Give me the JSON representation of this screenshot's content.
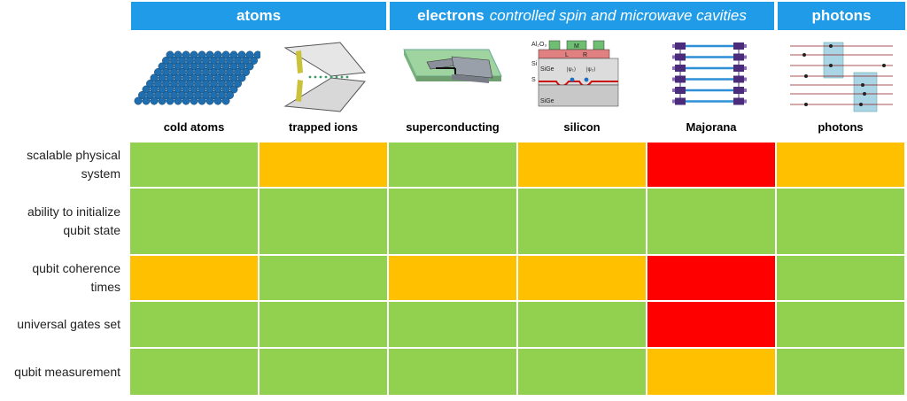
{
  "groups": [
    {
      "label": "atoms",
      "italic": ""
    },
    {
      "label": "electrons",
      "italic": "controlled spin and microwave cavities"
    },
    {
      "label": "photons",
      "italic": ""
    }
  ],
  "columns": [
    "cold atoms",
    "trapped ions",
    "superconducting",
    "silicon",
    "Majorana",
    "photons"
  ],
  "image_text": {
    "silicon": {
      "al2o3": "Al₂O₃",
      "m": "M",
      "l": "L",
      "r": "R",
      "si": "Si",
      "sige_top": "SiGe",
      "psi1": "|ψ₁⟩",
      "psi2": "|ψ₂⟩",
      "s": "S",
      "sige_bottom": "SiGe"
    }
  },
  "rows": [
    {
      "label": "scalable physical system"
    },
    {
      "label": "ability to initialize qubit state"
    },
    {
      "label": "qubit coherence times"
    },
    {
      "label": "universal gates set"
    },
    {
      "label": "qubit measurement"
    }
  ],
  "status_colors": {
    "good": "#92d050",
    "medium": "#ffc000",
    "bad": "#ff0000"
  },
  "grid": [
    [
      "good",
      "medium",
      "good",
      "medium",
      "bad",
      "medium"
    ],
    [
      "good",
      "good",
      "good",
      "good",
      "good",
      "good"
    ],
    [
      "medium",
      "good",
      "medium",
      "medium",
      "bad",
      "good"
    ],
    [
      "good",
      "good",
      "good",
      "good",
      "bad",
      "good"
    ],
    [
      "good",
      "good",
      "good",
      "good",
      "medium",
      "good"
    ]
  ]
}
